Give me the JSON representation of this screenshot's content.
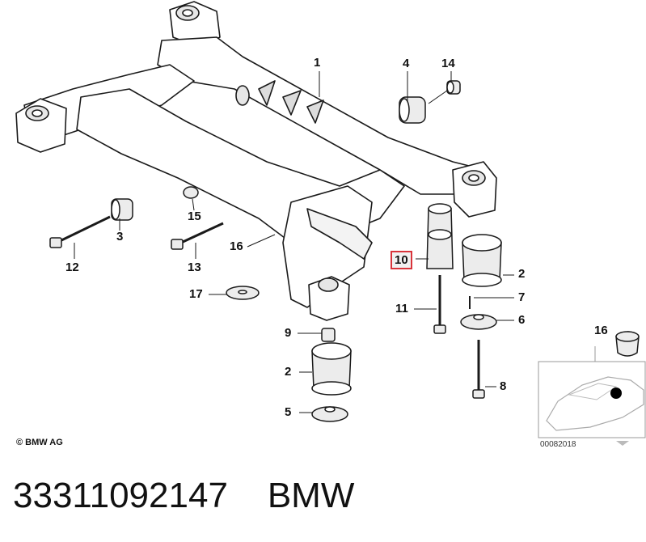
{
  "callouts": {
    "c1": "1",
    "c2a": "2",
    "c2b": "2",
    "c3": "3",
    "c4": "4",
    "c5": "5",
    "c6": "6",
    "c7": "7",
    "c8": "8",
    "c9": "9",
    "c10": "10",
    "c11": "11",
    "c12": "12",
    "c13": "13",
    "c14": "14",
    "c15": "15",
    "c16a": "16",
    "c16b": "16",
    "c17": "17"
  },
  "highlight_color": "#d9343b",
  "copyright": "© BMW AG",
  "inset_code": "00082018",
  "caption": {
    "part_number": "33311092147",
    "brand": "BMW"
  }
}
